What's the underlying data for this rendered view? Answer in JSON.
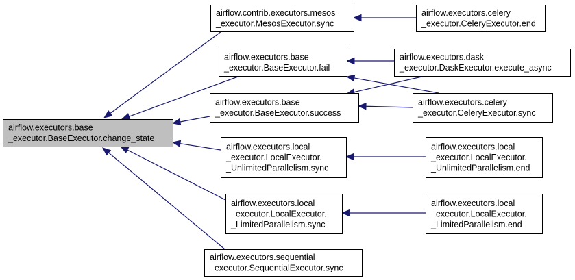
{
  "colors": {
    "edge": "#191970",
    "root_fill": "#bfbfbf",
    "node_fill": "#ffffff",
    "node_border": "#000000"
  },
  "nodes": [
    {
      "id": "change_state",
      "lines": [
        "airflow.executors.base",
        "_executor.BaseExecutor.change_state"
      ],
      "root": true
    },
    {
      "id": "mesos_sync",
      "lines": [
        "airflow.contrib.executors.mesos",
        "_executor.MesosExecutor.sync"
      ]
    },
    {
      "id": "base_fail",
      "lines": [
        "airflow.executors.base",
        "_executor.BaseExecutor.fail"
      ]
    },
    {
      "id": "base_success",
      "lines": [
        "airflow.executors.base",
        "_executor.BaseExecutor.success"
      ]
    },
    {
      "id": "local_unlimited_sync",
      "lines": [
        "airflow.executors.local",
        "_executor.LocalExecutor.",
        "_UnlimitedParallelism.sync"
      ]
    },
    {
      "id": "local_limited_sync",
      "lines": [
        "airflow.executors.local",
        "_executor.LocalExecutor.",
        "_LimitedParallelism.sync"
      ]
    },
    {
      "id": "sequential_sync",
      "lines": [
        "airflow.executors.sequential",
        "_executor.SequentialExecutor.sync"
      ]
    },
    {
      "id": "celery_end",
      "lines": [
        "airflow.executors.celery",
        "_executor.CeleryExecutor.end"
      ]
    },
    {
      "id": "dask_execute_async",
      "lines": [
        "airflow.executors.dask",
        "_executor.DaskExecutor.execute_async"
      ]
    },
    {
      "id": "celery_sync",
      "lines": [
        "airflow.executors.celery",
        "_executor.CeleryExecutor.sync"
      ]
    },
    {
      "id": "local_unlimited_end",
      "lines": [
        "airflow.executors.local",
        "_executor.LocalExecutor.",
        "_UnlimitedParallelism.end"
      ]
    },
    {
      "id": "local_limited_end",
      "lines": [
        "airflow.executors.local",
        "_executor.LocalExecutor.",
        "_LimitedParallelism.end"
      ]
    }
  ],
  "edges": [
    {
      "from": "mesos_sync",
      "to": "change_state"
    },
    {
      "from": "base_fail",
      "to": "change_state"
    },
    {
      "from": "base_success",
      "to": "change_state"
    },
    {
      "from": "local_unlimited_sync",
      "to": "change_state"
    },
    {
      "from": "local_limited_sync",
      "to": "change_state"
    },
    {
      "from": "sequential_sync",
      "to": "change_state"
    },
    {
      "from": "celery_end",
      "to": "mesos_sync"
    },
    {
      "from": "dask_execute_async",
      "to": "base_fail"
    },
    {
      "from": "celery_sync",
      "to": "base_fail"
    },
    {
      "from": "dask_execute_async",
      "to": "base_success"
    },
    {
      "from": "celery_sync",
      "to": "base_success"
    },
    {
      "from": "local_unlimited_end",
      "to": "local_unlimited_sync"
    },
    {
      "from": "local_limited_end",
      "to": "local_limited_sync"
    }
  ]
}
